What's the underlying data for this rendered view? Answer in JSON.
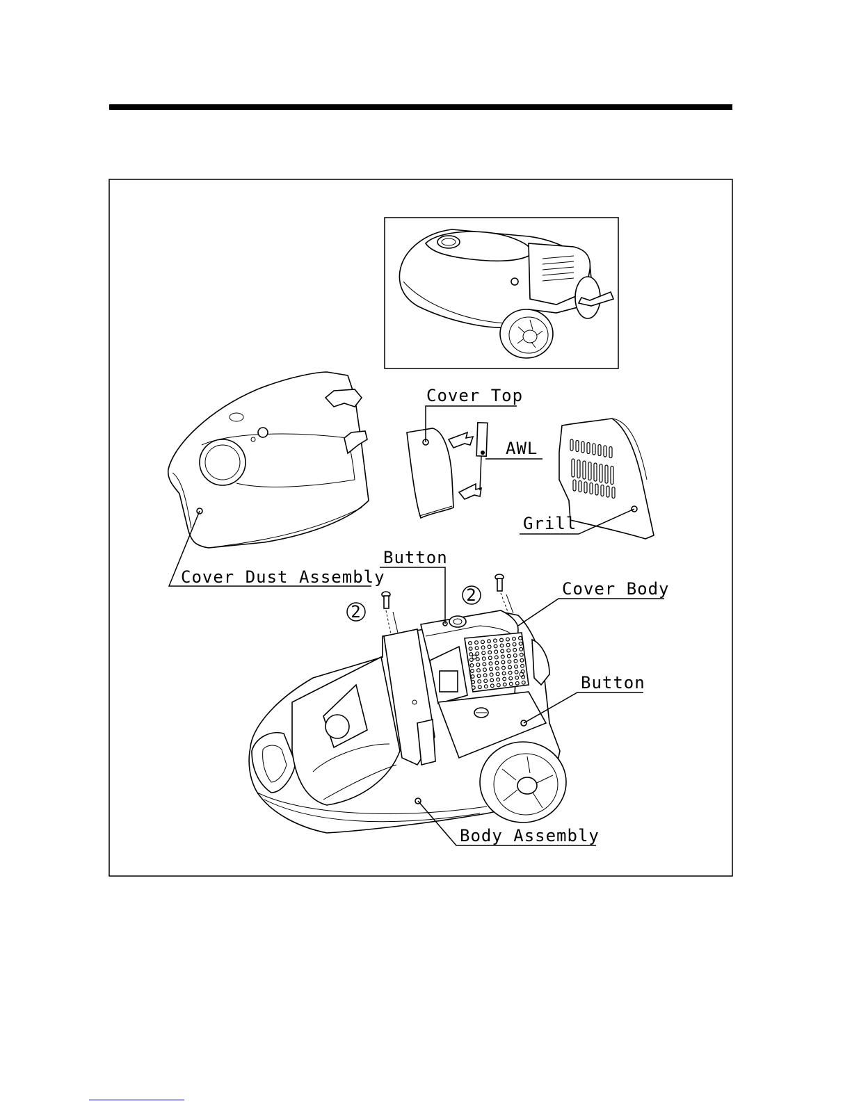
{
  "labels": {
    "cover_top": "Cover Top",
    "awl": "AWL",
    "grill": "Grill",
    "cover_dust_assembly": "Cover Dust Assembly",
    "button_top": "Button",
    "cover_body": "Cover Body",
    "button_side": "Button",
    "body_assembly": "Body Assembly"
  },
  "screw_callouts": {
    "left_qty": "2",
    "right_qty": "2"
  },
  "colors": {
    "line": "#000000",
    "background": "#ffffff"
  }
}
